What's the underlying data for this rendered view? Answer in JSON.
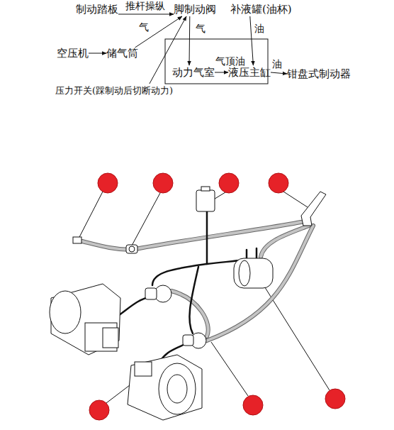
{
  "diagram": {
    "nodes": [
      {
        "text": [
          "制动踏板"
        ]
      },
      {
        "text": [
          "脚制动阀"
        ]
      },
      {
        "text": [
          "补液罐(油杯)"
        ]
      },
      {
        "text": [
          "空压机"
        ]
      },
      {
        "text": [
          "储气筒"
        ]
      },
      {
        "text": [
          "动力气室"
        ]
      },
      {
        "text": [
          "液压主缸"
        ]
      },
      {
        "text": [
          "钳盘式制动器"
        ]
      },
      {
        "text": [
          "压力开关(踩制动后切断动力)"
        ]
      }
    ],
    "edges": [
      {
        "from": 0,
        "to": 1,
        "label": "推杆操纵",
        "arrow": "to"
      },
      {
        "from": 4,
        "to": 1,
        "label": "气",
        "arrow": "to"
      },
      {
        "from": 3,
        "to": 4,
        "arrow": "to"
      },
      {
        "from": 1,
        "to": 5,
        "label": "气",
        "arrow": "to"
      },
      {
        "from": 2,
        "to": 6,
        "label": "油",
        "arrow": "to"
      },
      {
        "from": 5,
        "to": 6,
        "label": "气顶油",
        "arrow": "to"
      },
      {
        "from": 6,
        "to": 7,
        "label": "油",
        "arrow": "to"
      },
      {
        "from": 8,
        "to": 1,
        "arrow": "to"
      }
    ]
  }
}
